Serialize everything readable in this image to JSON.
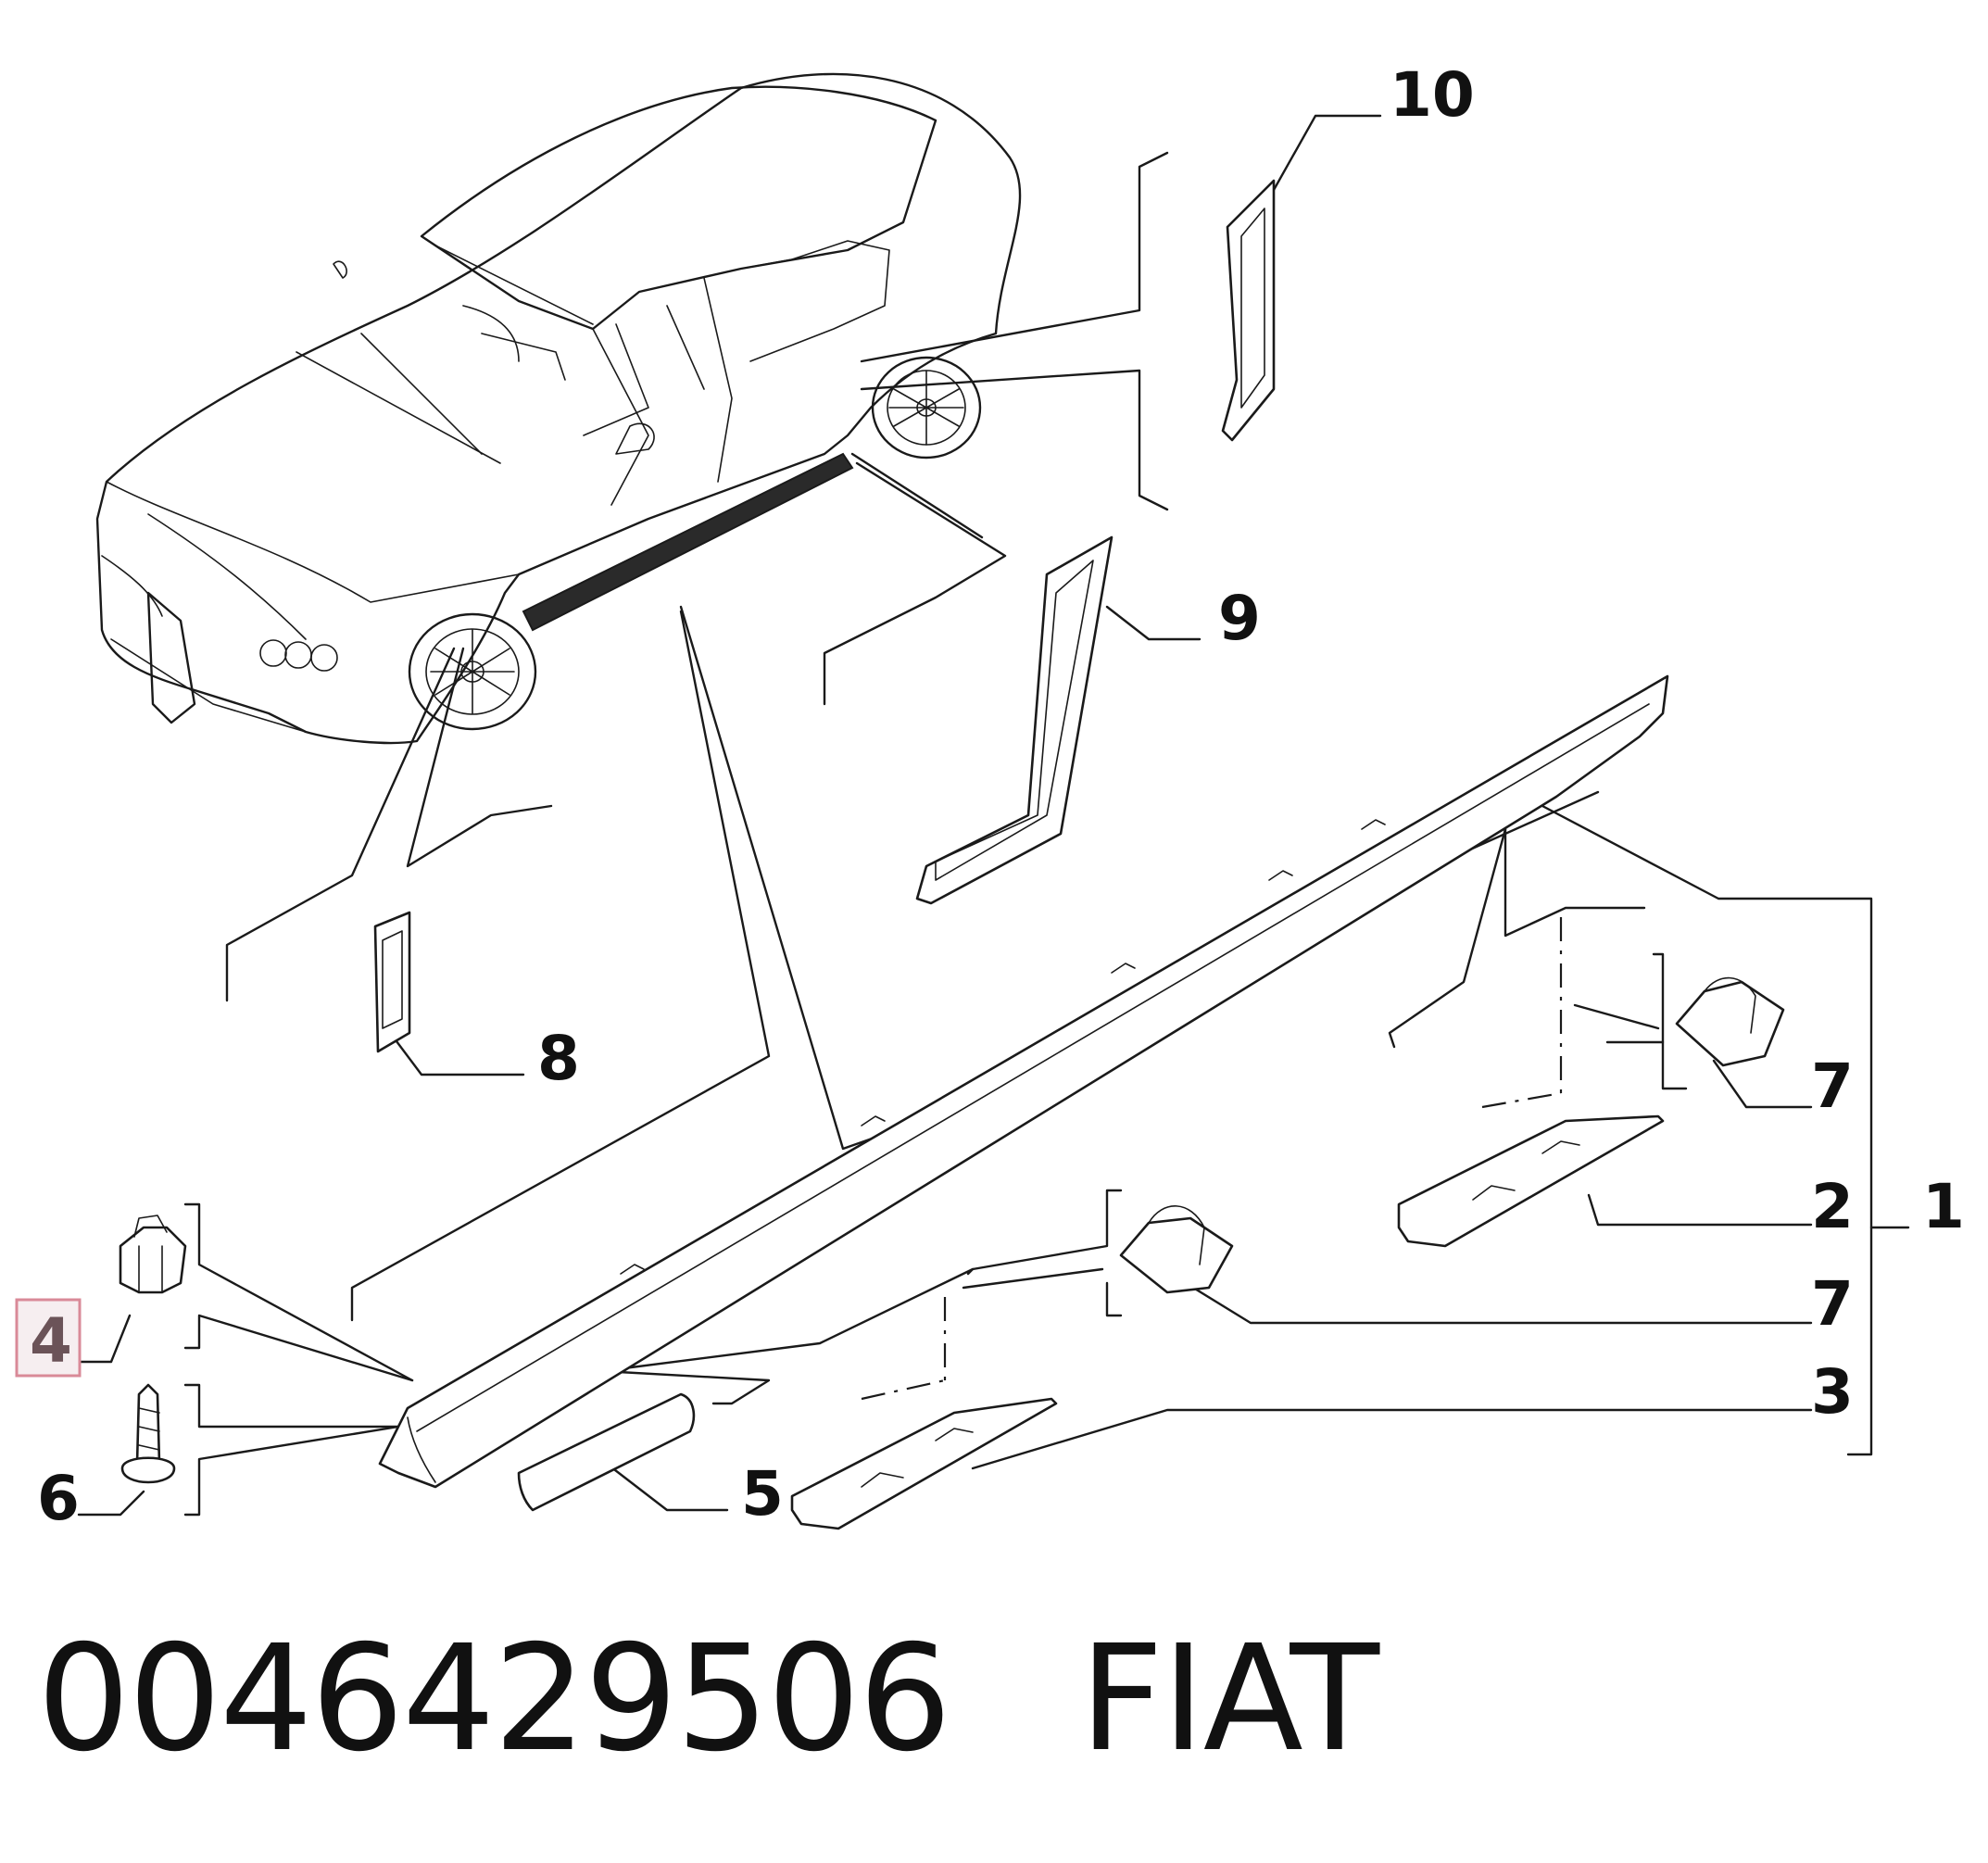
{
  "diagram": {
    "callouts": {
      "c1": "1",
      "c2": "2",
      "c3": "3",
      "c4": "4",
      "c5": "5",
      "c6": "6",
      "c7a": "7",
      "c7b": "7",
      "c8": "8",
      "c9": "9",
      "c10": "10"
    },
    "highlighted_callout": "4"
  },
  "caption": {
    "part_number": "0046429506",
    "brand": "FIAT"
  },
  "colors": {
    "highlight_fill": "#f6eef0",
    "highlight_border": "#d98a98"
  }
}
